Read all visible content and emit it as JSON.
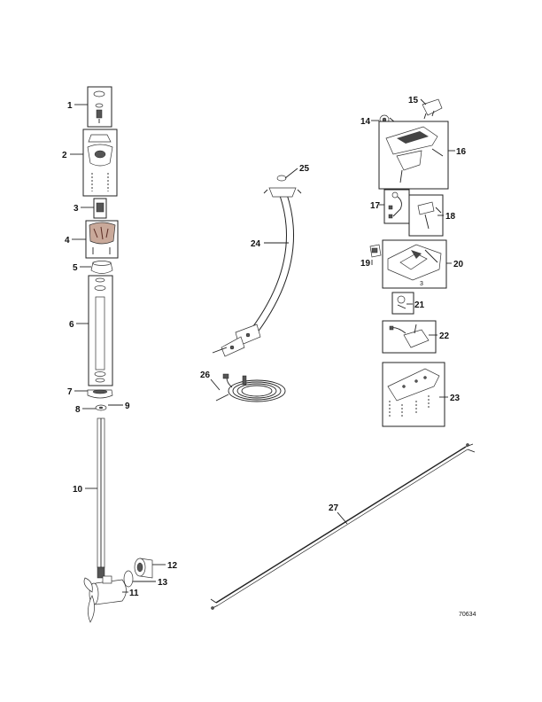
{
  "diagram": {
    "figure_id": "70634",
    "callouts": [
      "1",
      "2",
      "3",
      "4",
      "5",
      "6",
      "7",
      "8",
      "9",
      "10",
      "11",
      "12",
      "13",
      "14",
      "15",
      "16",
      "17",
      "18",
      "19",
      "20",
      "21",
      "22",
      "23",
      "24",
      "25",
      "26",
      "27"
    ],
    "box_20_number": "3"
  }
}
